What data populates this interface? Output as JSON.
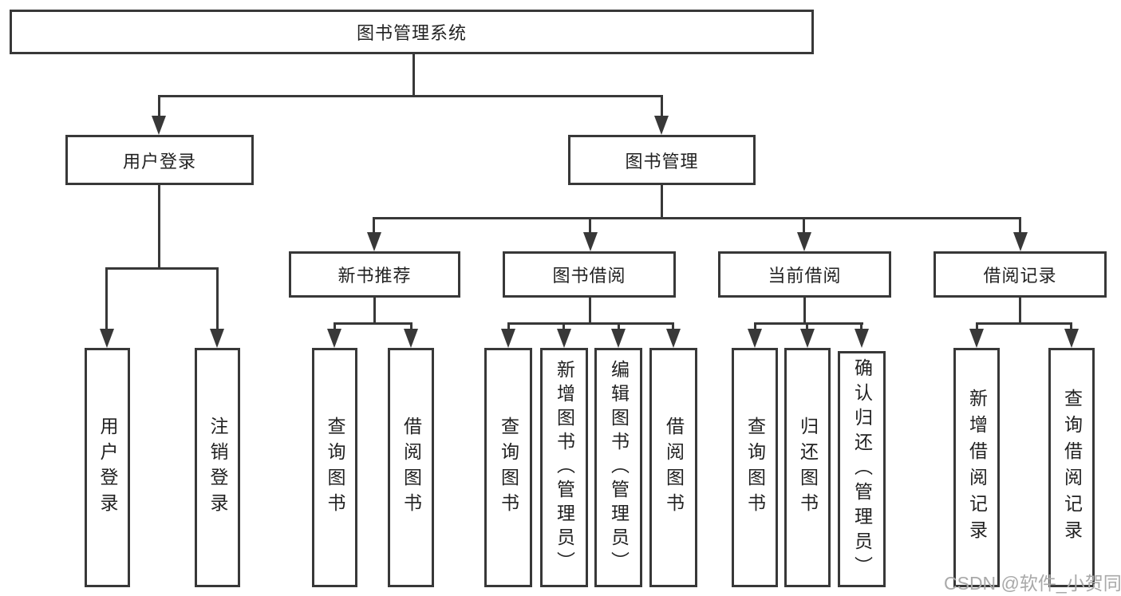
{
  "root": {
    "label": "图书管理系统"
  },
  "level2": {
    "user_login": {
      "label": "用户登录"
    },
    "book_management": {
      "label": "图书管理"
    }
  },
  "level3": {
    "new_book_recommend": {
      "label": "新书推荐"
    },
    "book_borrow": {
      "label": "图书借阅"
    },
    "current_borrow": {
      "label": "当前借阅"
    },
    "borrow_records": {
      "label": "借阅记录"
    }
  },
  "leaves": {
    "user_login": [
      "用户登录",
      "注销登录"
    ],
    "new_book_recommend": [
      "查询图书",
      "借阅图书"
    ],
    "book_borrow": [
      "查询图书",
      "新增图书（管理员）",
      "编辑图书（管理员）",
      "借阅图书"
    ],
    "current_borrow": [
      "查询图书",
      "归还图书",
      "确认归还（管理员）"
    ],
    "borrow_records": [
      "新增借阅记录",
      "查询借阅记录"
    ]
  },
  "watermark": {
    "text": "CSDN @软件_小贺同学"
  },
  "colors": {
    "line": "#383838",
    "box_border": "#383838",
    "box_background": "#ffffff",
    "text": "#222222",
    "watermark": "#a9a9a9",
    "page_background": "#ffffff"
  }
}
